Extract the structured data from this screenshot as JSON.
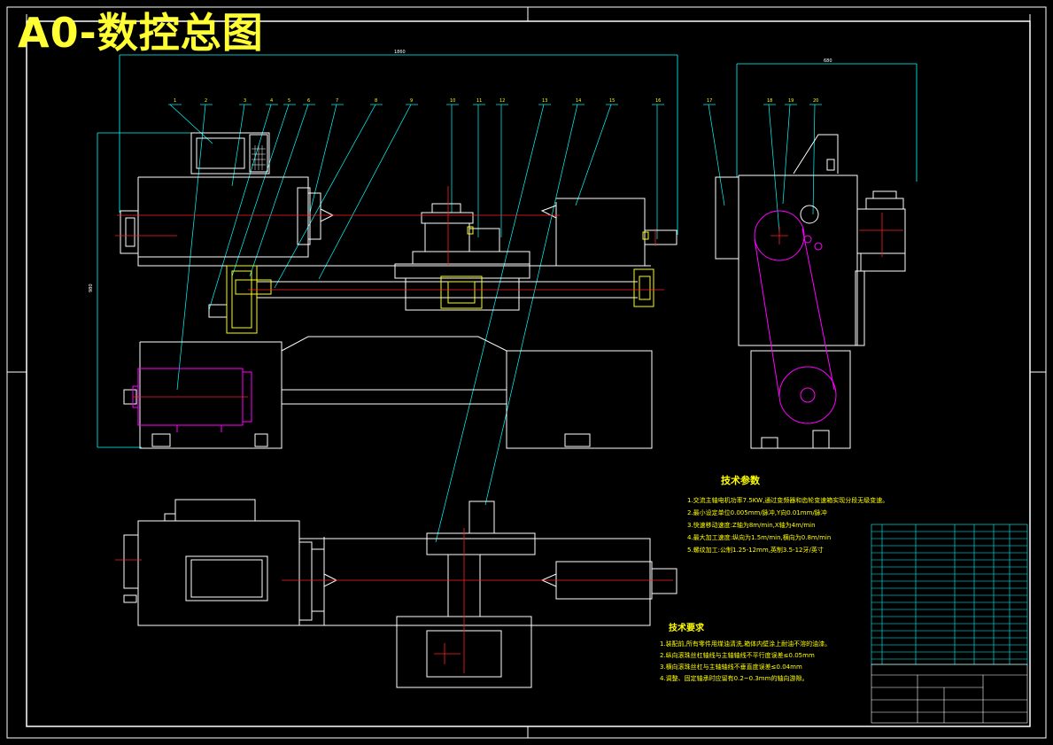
{
  "drawing_title": "A0-数控总图",
  "tech_params": {
    "heading": "技术参数",
    "items": [
      "1.交流主轴电机功率7.5KW,通过变频器和齿轮变速箱实现分段无级变速。",
      "2.最小设定单位0.005mm/脉冲,Y向0.01mm/脉冲",
      "3.快速移动速度:Z轴为8m/min,X轴为4m/min",
      "4.最大加工速度:纵向为1.5m/min,横向为0.8m/min",
      "5.螺纹加工:公制1.25-12mm,英制3.5-12牙/英寸"
    ]
  },
  "tech_requirements": {
    "heading": "技术要求",
    "items": [
      "1.装配前,所有零件用煤油清洗,箱体内壁涂上耐油不溶的油漆。",
      "2.纵向滚珠丝杠轴线与主轴轴线不平行度误差≤0.05mm",
      "3.横向滚珠丝杠与主轴轴线不垂直度误差≤0.04mm",
      "4.调整、固定轴承时应留有0.2~0.3mm的轴向游隙。"
    ]
  },
  "balloons": [
    "1",
    "2",
    "3",
    "4",
    "5",
    "6",
    "7",
    "8",
    "9",
    "10",
    "11",
    "12",
    "13",
    "14",
    "15",
    "16",
    "17",
    "18",
    "19",
    "20"
  ],
  "colors": {
    "background": "#000000",
    "outline": "#ffffff",
    "leader": "#00ffff",
    "centerline": "#ff2020",
    "motor": "#ff00ff",
    "assembly": "#ffff00",
    "title": "#ffff33"
  }
}
